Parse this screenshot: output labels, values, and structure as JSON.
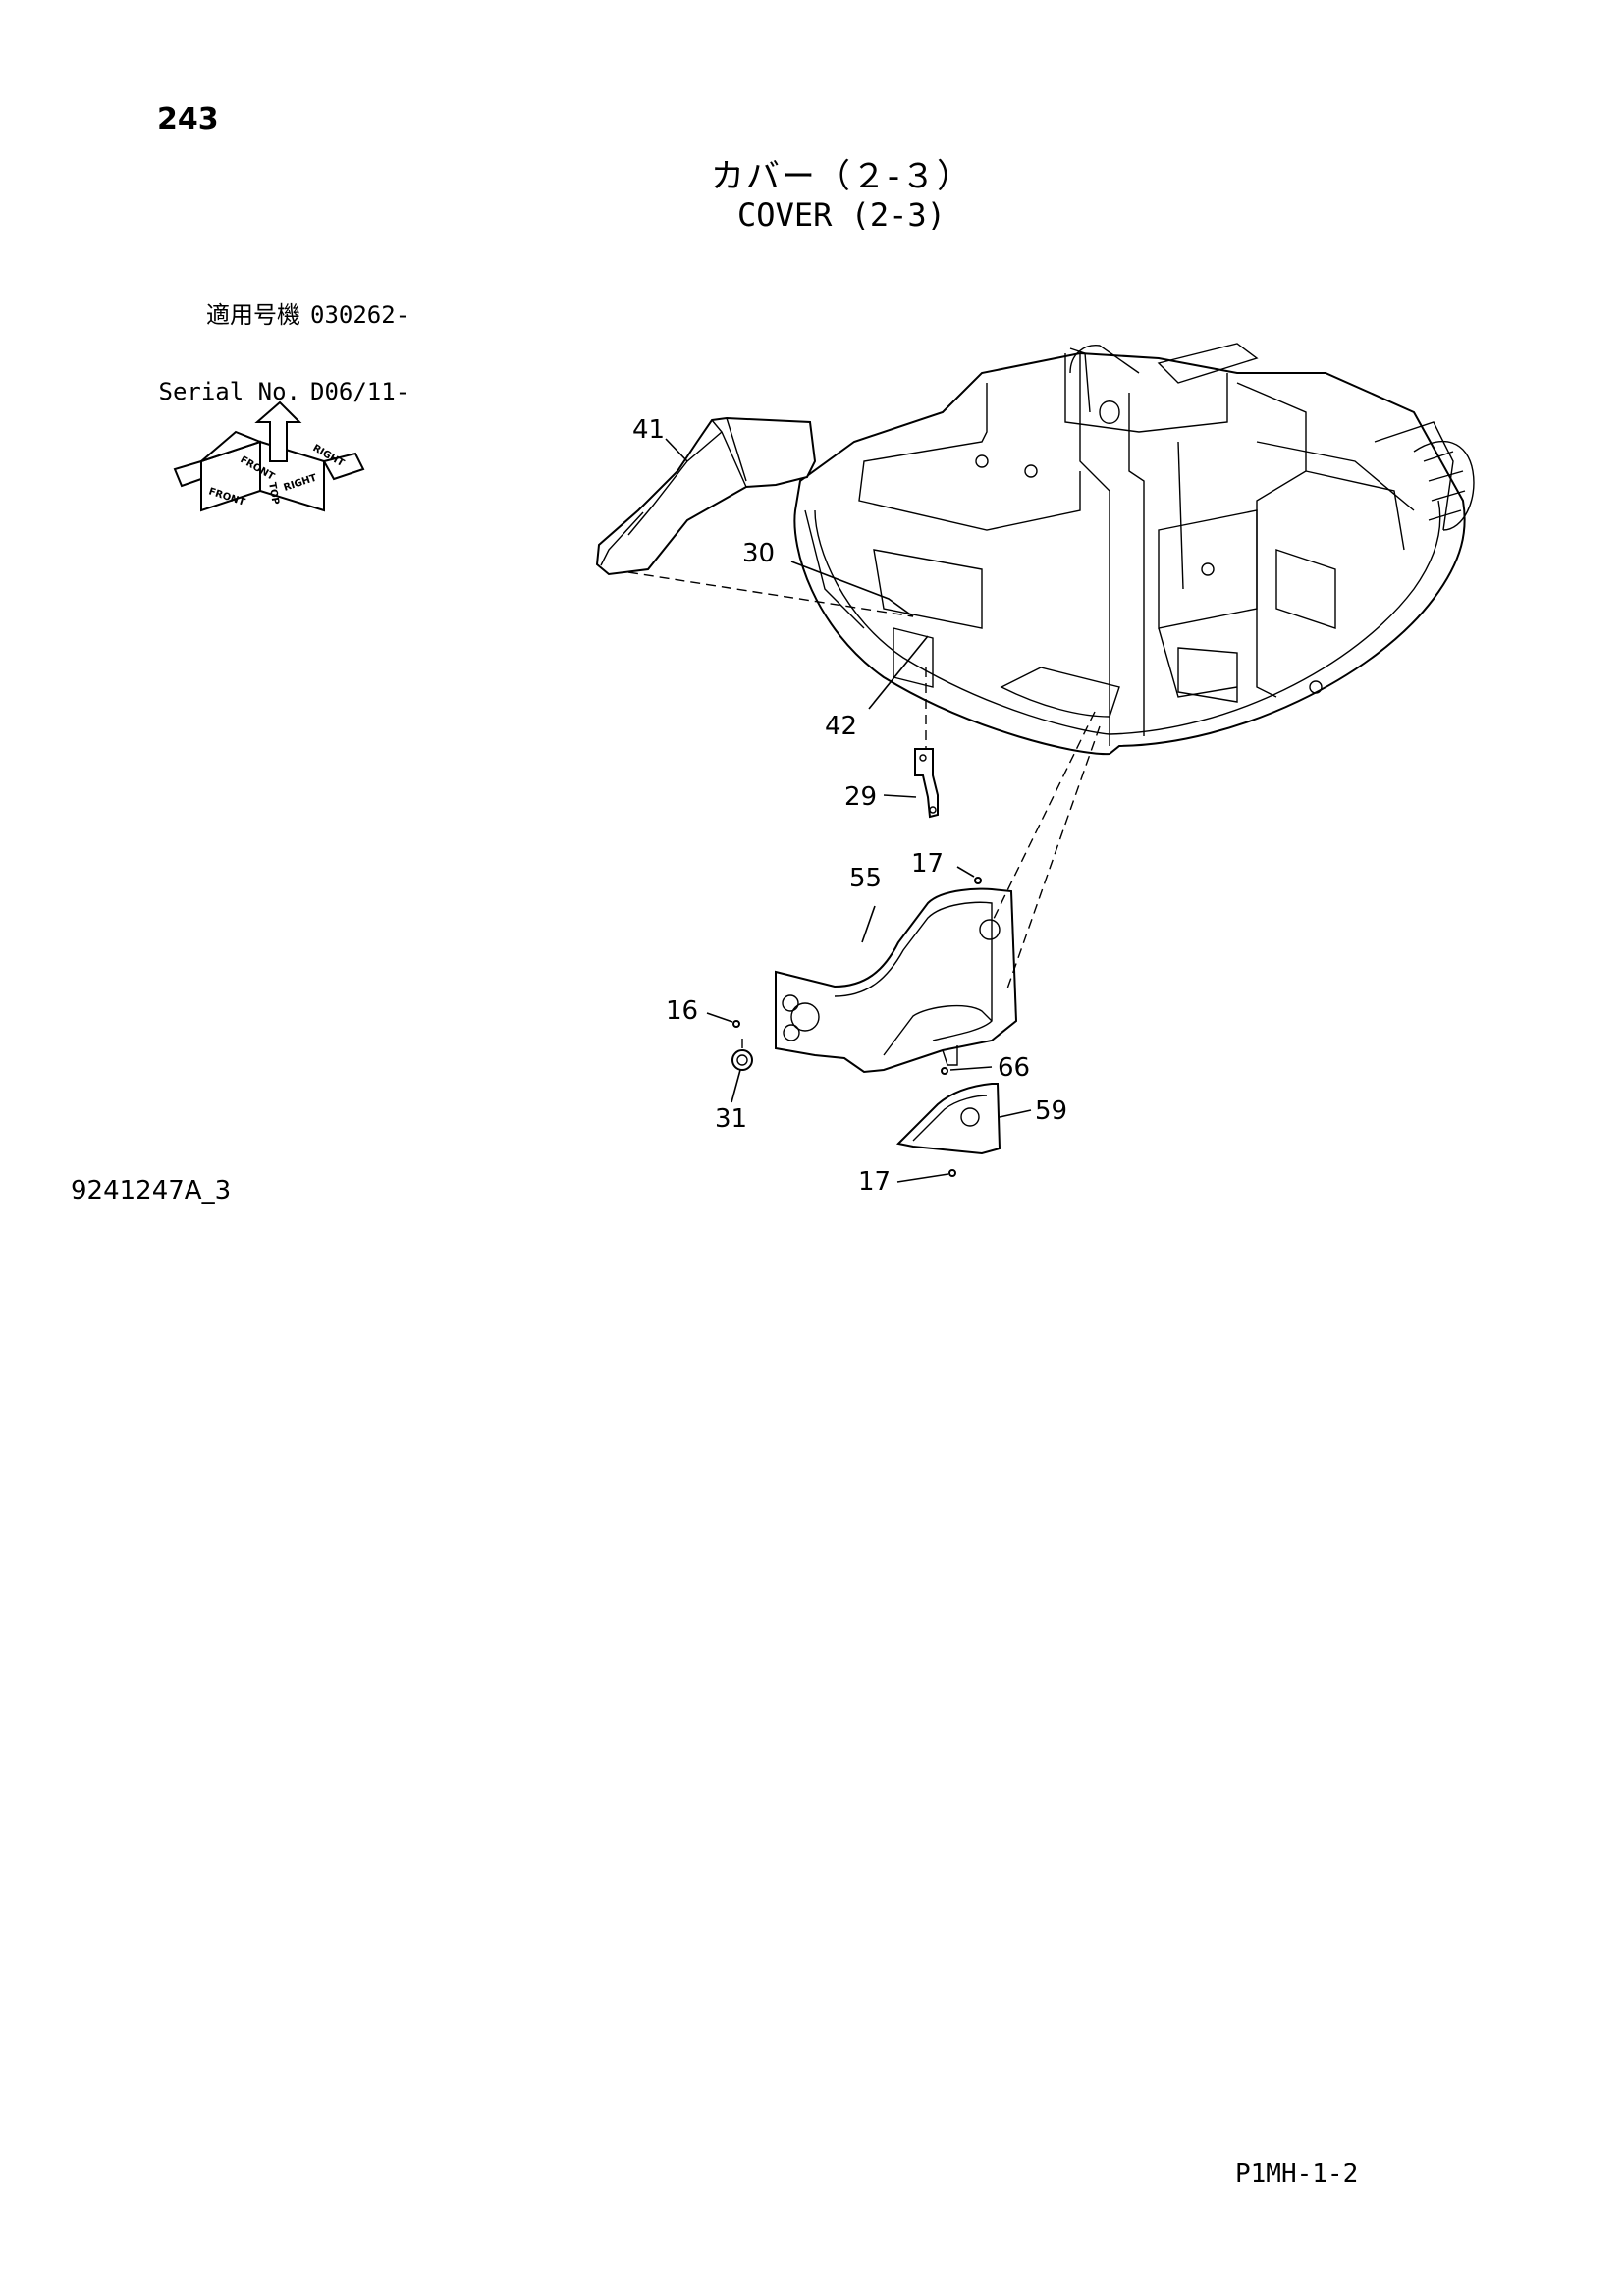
{
  "header": {
    "page_number": "243",
    "title_ja": "カバー（２-３）",
    "title_en": "COVER (2-3)"
  },
  "serial": {
    "label_ja": "適用号機",
    "value_ja": "030262-",
    "label_en": "Serial No.",
    "value_en": "D06/11-"
  },
  "orientation_icon": {
    "name": "orientation-cube-icon",
    "labels": [
      "FRONT",
      "TOP",
      "RIGHT",
      "FRONT",
      "RIGHT"
    ]
  },
  "callouts": [
    "41",
    "30",
    "42",
    "29",
    "17",
    "55",
    "16",
    "66",
    "31",
    "59",
    "17"
  ],
  "footer": {
    "drawing_code": "9241247A_3",
    "page_code": "P1MH-1-2"
  }
}
